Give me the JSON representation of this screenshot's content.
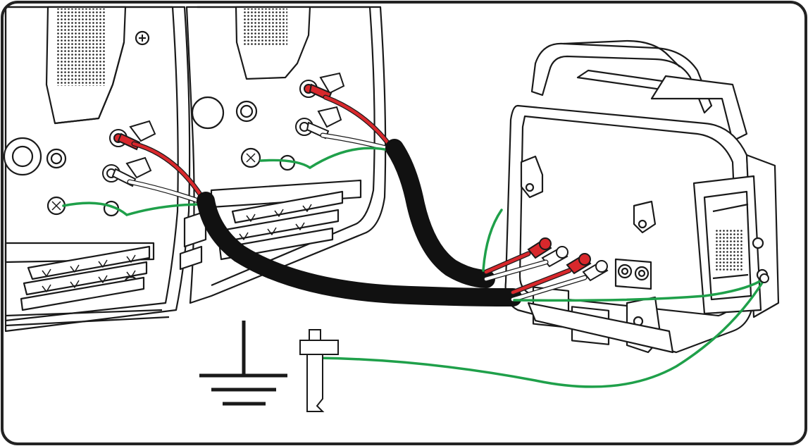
{
  "diagram": {
    "type": "illustration",
    "description_labels": [],
    "colors": {
      "outline": "#1a1a1a",
      "red_lead": "#d8282c",
      "white_lead": "#ffffff",
      "ground_wire": "#1fa04a",
      "sheath": "#111111",
      "frame_border": "#222222"
    },
    "parts": [
      {
        "name": "generator-unit-left"
      },
      {
        "name": "generator-unit-middle"
      },
      {
        "name": "parallel-kit-box"
      },
      {
        "name": "black-cable-sheath"
      },
      {
        "name": "ground-symbol"
      },
      {
        "name": "ground-rod"
      }
    ]
  }
}
